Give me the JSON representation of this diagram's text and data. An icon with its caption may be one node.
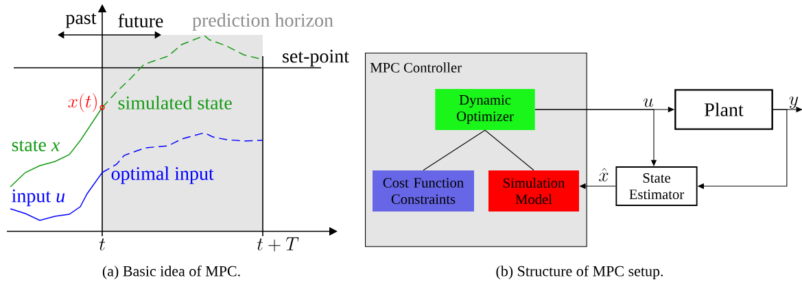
{
  "diagram": {
    "nodes": [
      {
        "text": [
          "MPC Controller"
        ]
      },
      {
        "text": [
          "Dynamic Optimizer"
        ],
        "in": 0
      },
      {
        "text": [
          "Cost Function Constraints"
        ],
        "in": 0
      },
      {
        "text": [
          "Simulation Model"
        ],
        "in": 0
      },
      {
        "text": [
          "Plant"
        ]
      },
      {
        "text": [
          "State Estimator"
        ]
      }
    ],
    "edges": [
      {
        "from": 1,
        "to": 4,
        "arrow": "to",
        "label": "u"
      },
      {
        "from": 1,
        "to": 5,
        "arrow": "to"
      },
      {
        "from": 4,
        "to": null,
        "arrow": "to",
        "label": "y"
      },
      {
        "from": 4,
        "to": 5,
        "arrow": "to"
      },
      {
        "from": 5,
        "to": 3,
        "arrow": "to",
        "label": "\\hat{x}"
      },
      {
        "from": 1,
        "to": 2,
        "arrow": "none"
      },
      {
        "from": 1,
        "to": 3,
        "arrow": "none"
      }
    ],
    "labels": [
      "past",
      "future",
      "prediction horizon",
      "set-point",
      "x(t)",
      "simulated state",
      "state *x*",
      "optimal input",
      "input *u*",
      "t",
      "t + T",
      "(a)  Basic idea of MPC.",
      "(b)  Structure of MPC setup."
    ]
  }
}
